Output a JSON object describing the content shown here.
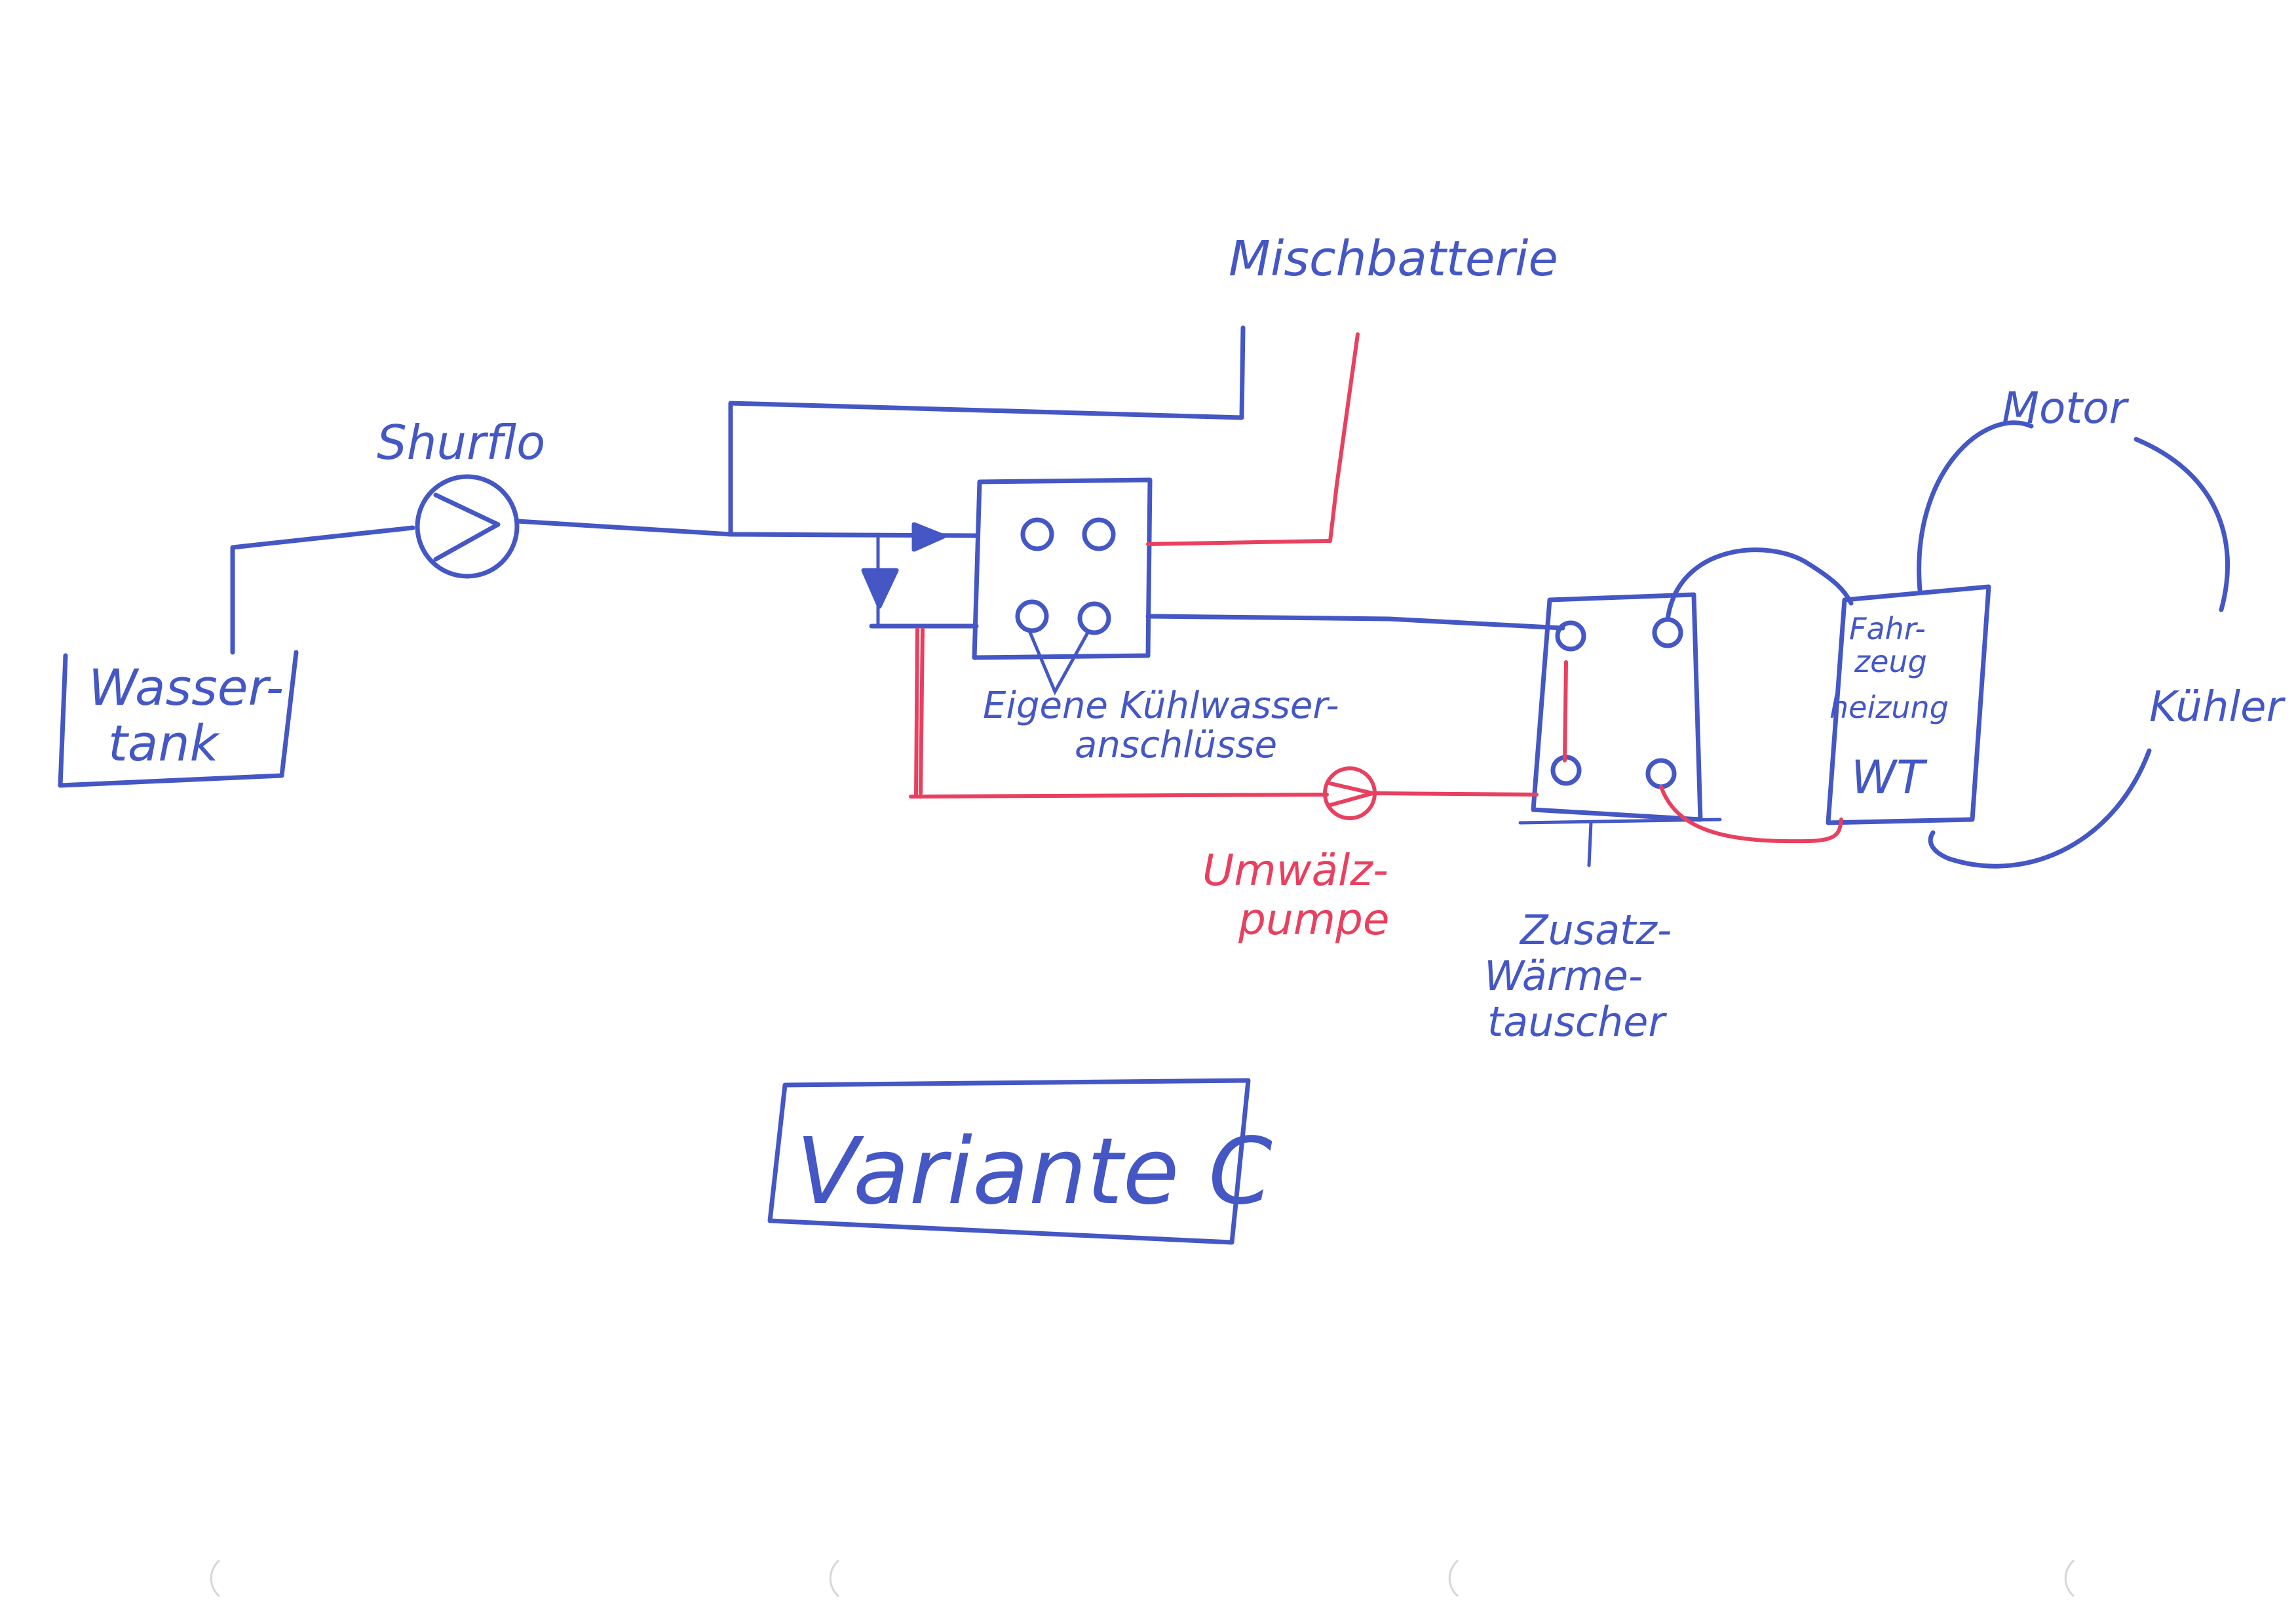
{
  "colors": {
    "ink_blue": "#4457c4",
    "ink_red": "#e8405f",
    "paper": "#ffffff"
  },
  "labels": {
    "mischbatterie": "Mischbatterie",
    "shurflo": "Shurflo",
    "wassertank_1": "Wasser-",
    "wassertank_2": "tank",
    "anschluesse_1": "Eigene Kühlwasser-",
    "anschluesse_2": "anschlüsse",
    "umwaelzpumpe_1": "Umwälz-",
    "umwaelzpumpe_2": "pumpe",
    "zusatz_1": "Zusatz-",
    "zusatz_2": "Wärme-",
    "zusatz_3": "tauscher",
    "fahrzeug_1": "Fahr-",
    "fahrzeug_2": "zeug",
    "fahrzeug_3": "heizung",
    "wt": "WT",
    "motor": "Motor",
    "kuehler": "Kühler",
    "variante": "Variante C"
  }
}
